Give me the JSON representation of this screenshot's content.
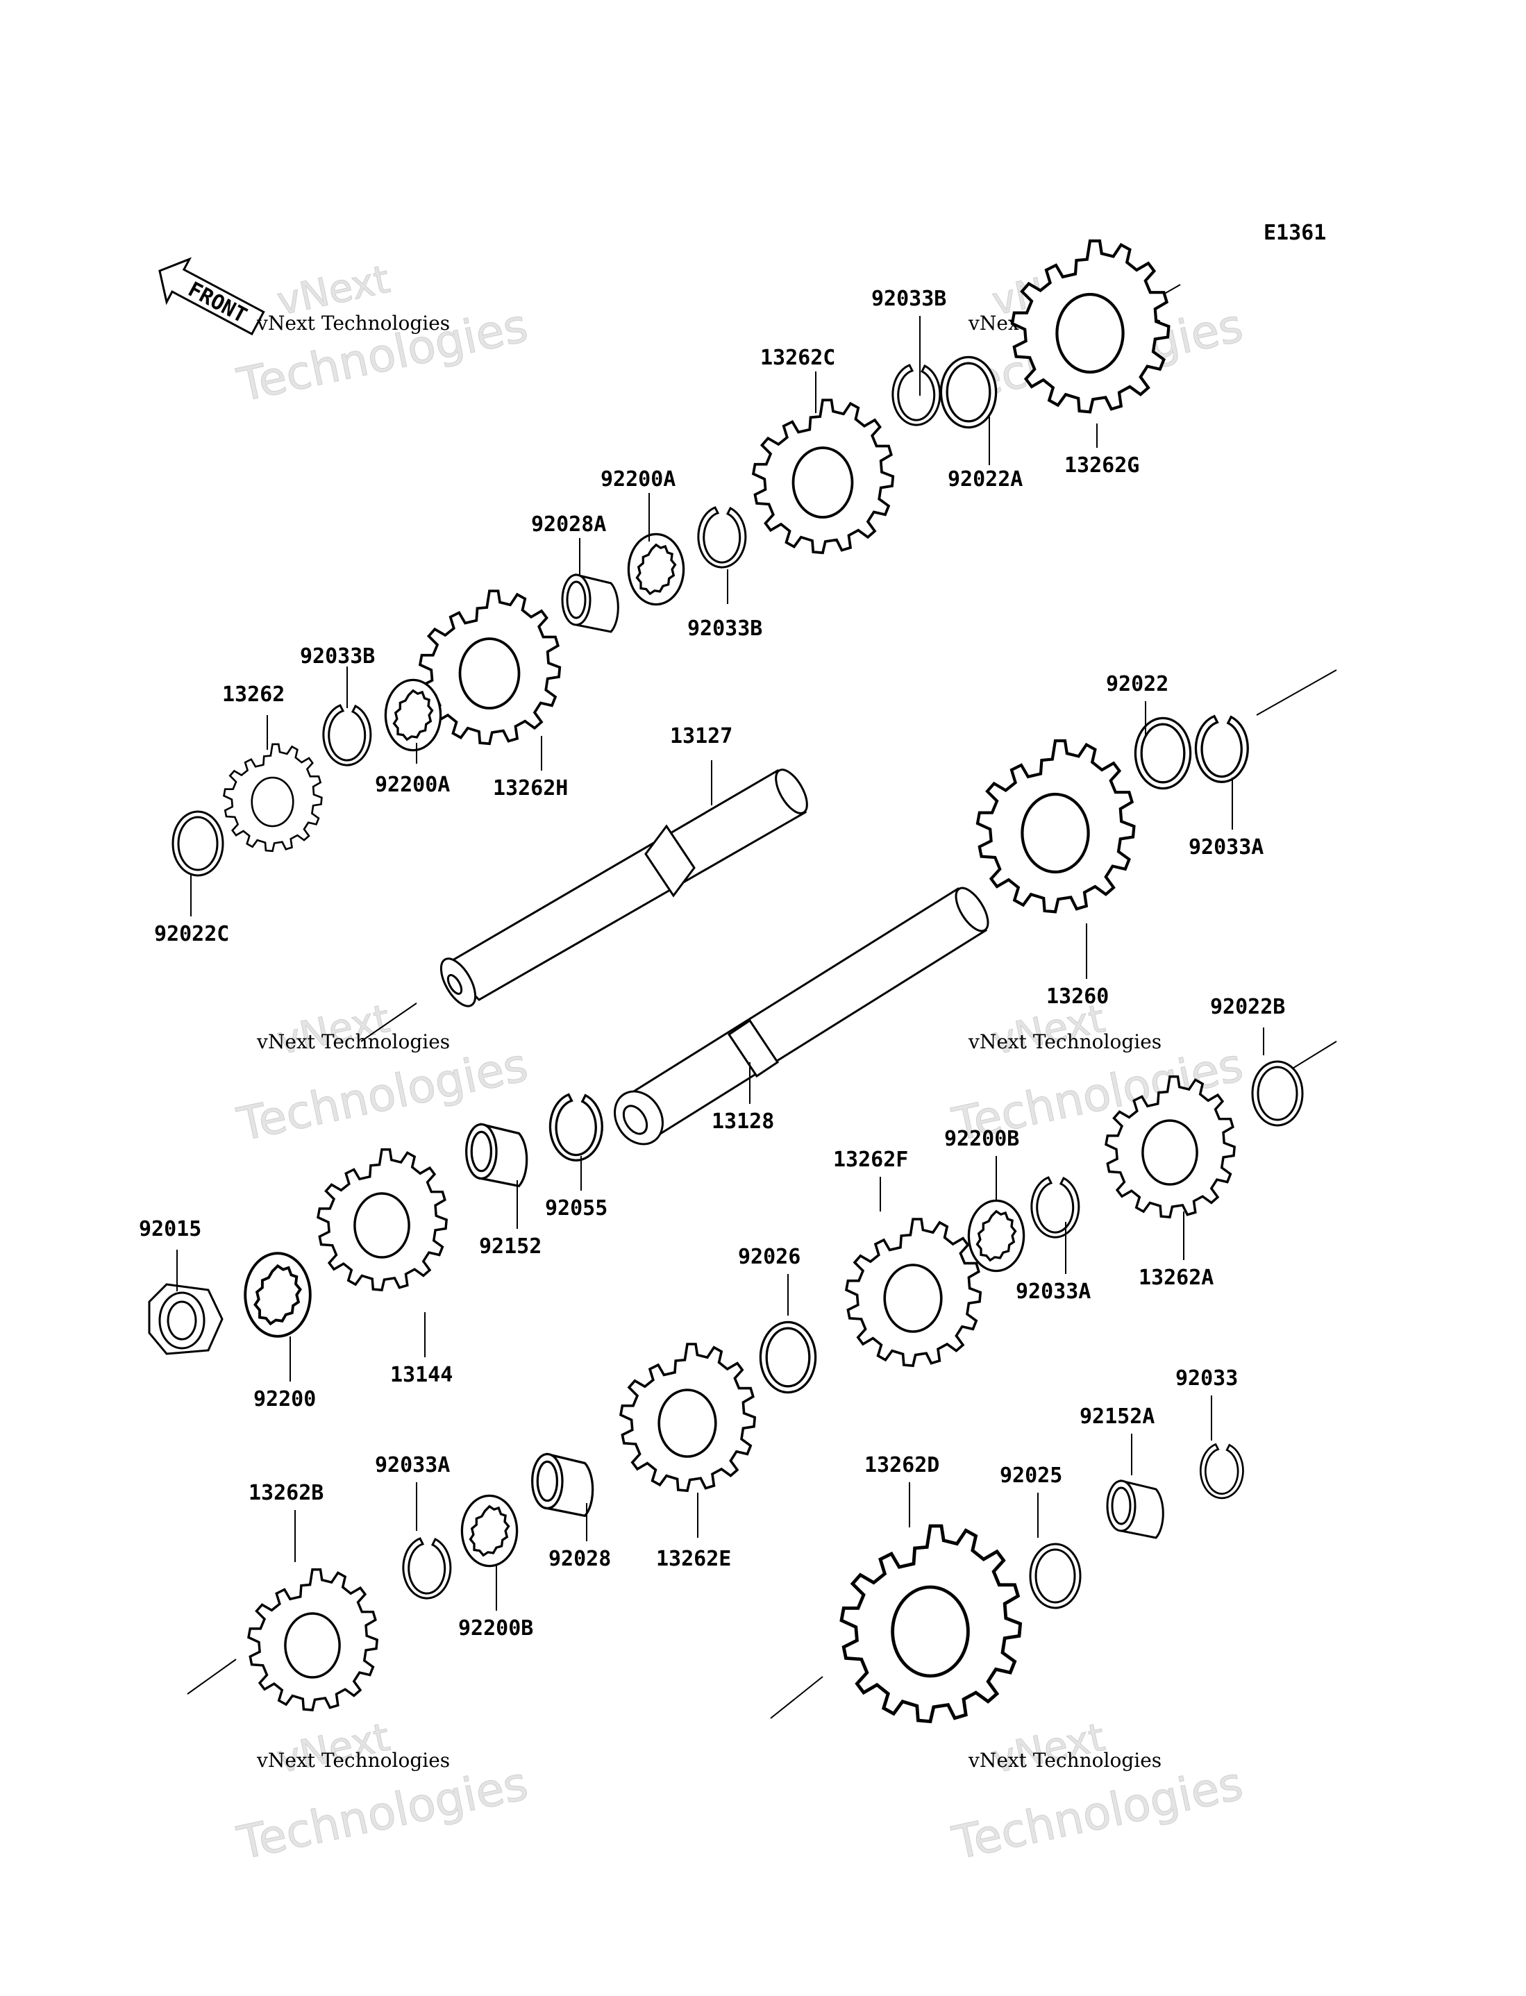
{
  "diagram_code": "E1361",
  "front_label": "FRONT",
  "watermark": {
    "line1": "vNext Technologies",
    "line2": "vNext",
    "line3": "Technologies"
  },
  "parts": [
    {
      "id": "13262G",
      "label": "13262G"
    },
    {
      "id": "92033B-1",
      "label": "92033B"
    },
    {
      "id": "92022A",
      "label": "92022A"
    },
    {
      "id": "13262C",
      "label": "13262C"
    },
    {
      "id": "92200A-1",
      "label": "92200A"
    },
    {
      "id": "92028A",
      "label": "92028A"
    },
    {
      "id": "92033B-2",
      "label": "92033B"
    },
    {
      "id": "92033B-3",
      "label": "92033B"
    },
    {
      "id": "13262",
      "label": "13262"
    },
    {
      "id": "92200A-2",
      "label": "92200A"
    },
    {
      "id": "13262H",
      "label": "13262H"
    },
    {
      "id": "13127",
      "label": "13127"
    },
    {
      "id": "92022C",
      "label": "92022C"
    },
    {
      "id": "92022",
      "label": "92022"
    },
    {
      "id": "92033A-1",
      "label": "92033A"
    },
    {
      "id": "13260",
      "label": "13260"
    },
    {
      "id": "13128",
      "label": "13128"
    },
    {
      "id": "92022B",
      "label": "92022B"
    },
    {
      "id": "92055",
      "label": "92055"
    },
    {
      "id": "92152",
      "label": "92152"
    },
    {
      "id": "13144",
      "label": "13144"
    },
    {
      "id": "92015",
      "label": "92015"
    },
    {
      "id": "92200",
      "label": "92200"
    },
    {
      "id": "13262F",
      "label": "13262F"
    },
    {
      "id": "92200B-1",
      "label": "92200B"
    },
    {
      "id": "92033A-2",
      "label": "92033A"
    },
    {
      "id": "13262A",
      "label": "13262A"
    },
    {
      "id": "92026",
      "label": "92026"
    },
    {
      "id": "92033",
      "label": "92033"
    },
    {
      "id": "92152A",
      "label": "92152A"
    },
    {
      "id": "92025",
      "label": "92025"
    },
    {
      "id": "13262D",
      "label": "13262D"
    },
    {
      "id": "13262E",
      "label": "13262E"
    },
    {
      "id": "92028",
      "label": "92028"
    },
    {
      "id": "92200B-2",
      "label": "92200B"
    },
    {
      "id": "92033A-3",
      "label": "92033A"
    },
    {
      "id": "13262B",
      "label": "13262B"
    }
  ]
}
